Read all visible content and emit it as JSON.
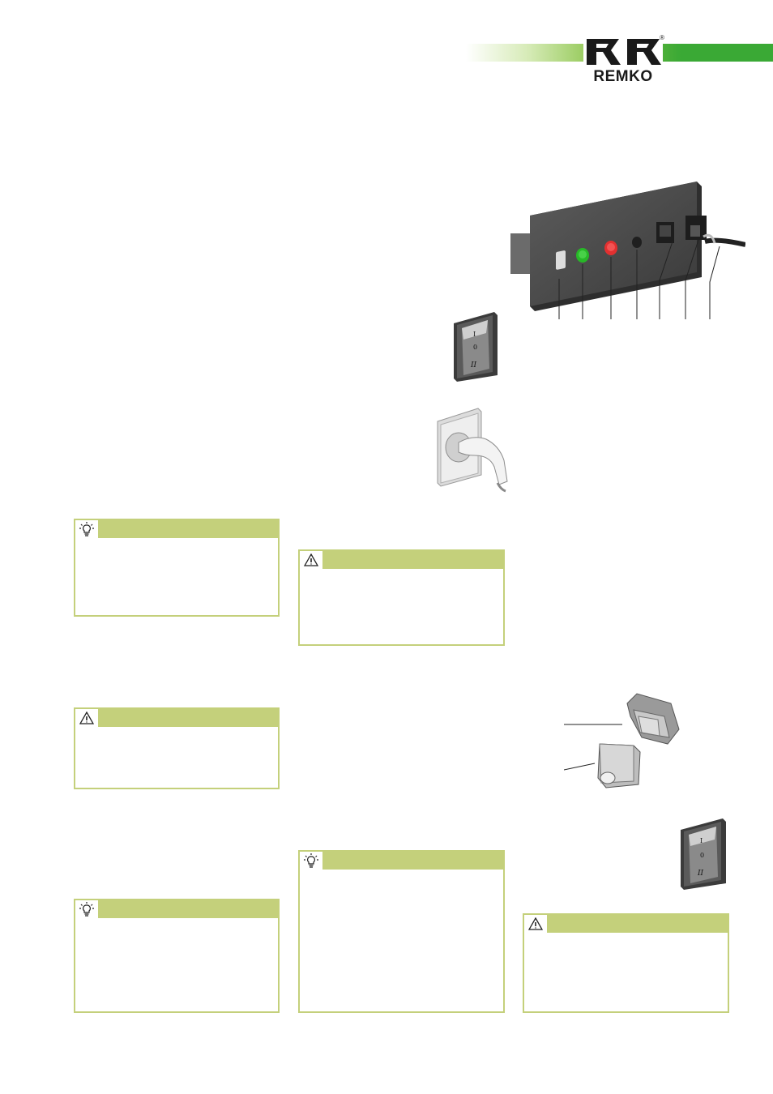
{
  "header": {
    "brand": "REMKO",
    "colors": {
      "bar_light": "#d7ebb8",
      "bar_dark": "#3aa935",
      "notice_header": "#c4d07b"
    }
  },
  "illustrations": {
    "switch_glyphs": [
      "I",
      "0",
      "II"
    ]
  },
  "notices": [
    {
      "kind": "tip",
      "icon": "lightbulb-icon"
    },
    {
      "kind": "warning",
      "icon": "warning-triangle-icon"
    },
    {
      "kind": "warning",
      "icon": "warning-triangle-icon"
    },
    {
      "kind": "tip",
      "icon": "lightbulb-icon"
    },
    {
      "kind": "tip",
      "icon": "lightbulb-icon"
    },
    {
      "kind": "warning",
      "icon": "warning-triangle-icon"
    }
  ]
}
